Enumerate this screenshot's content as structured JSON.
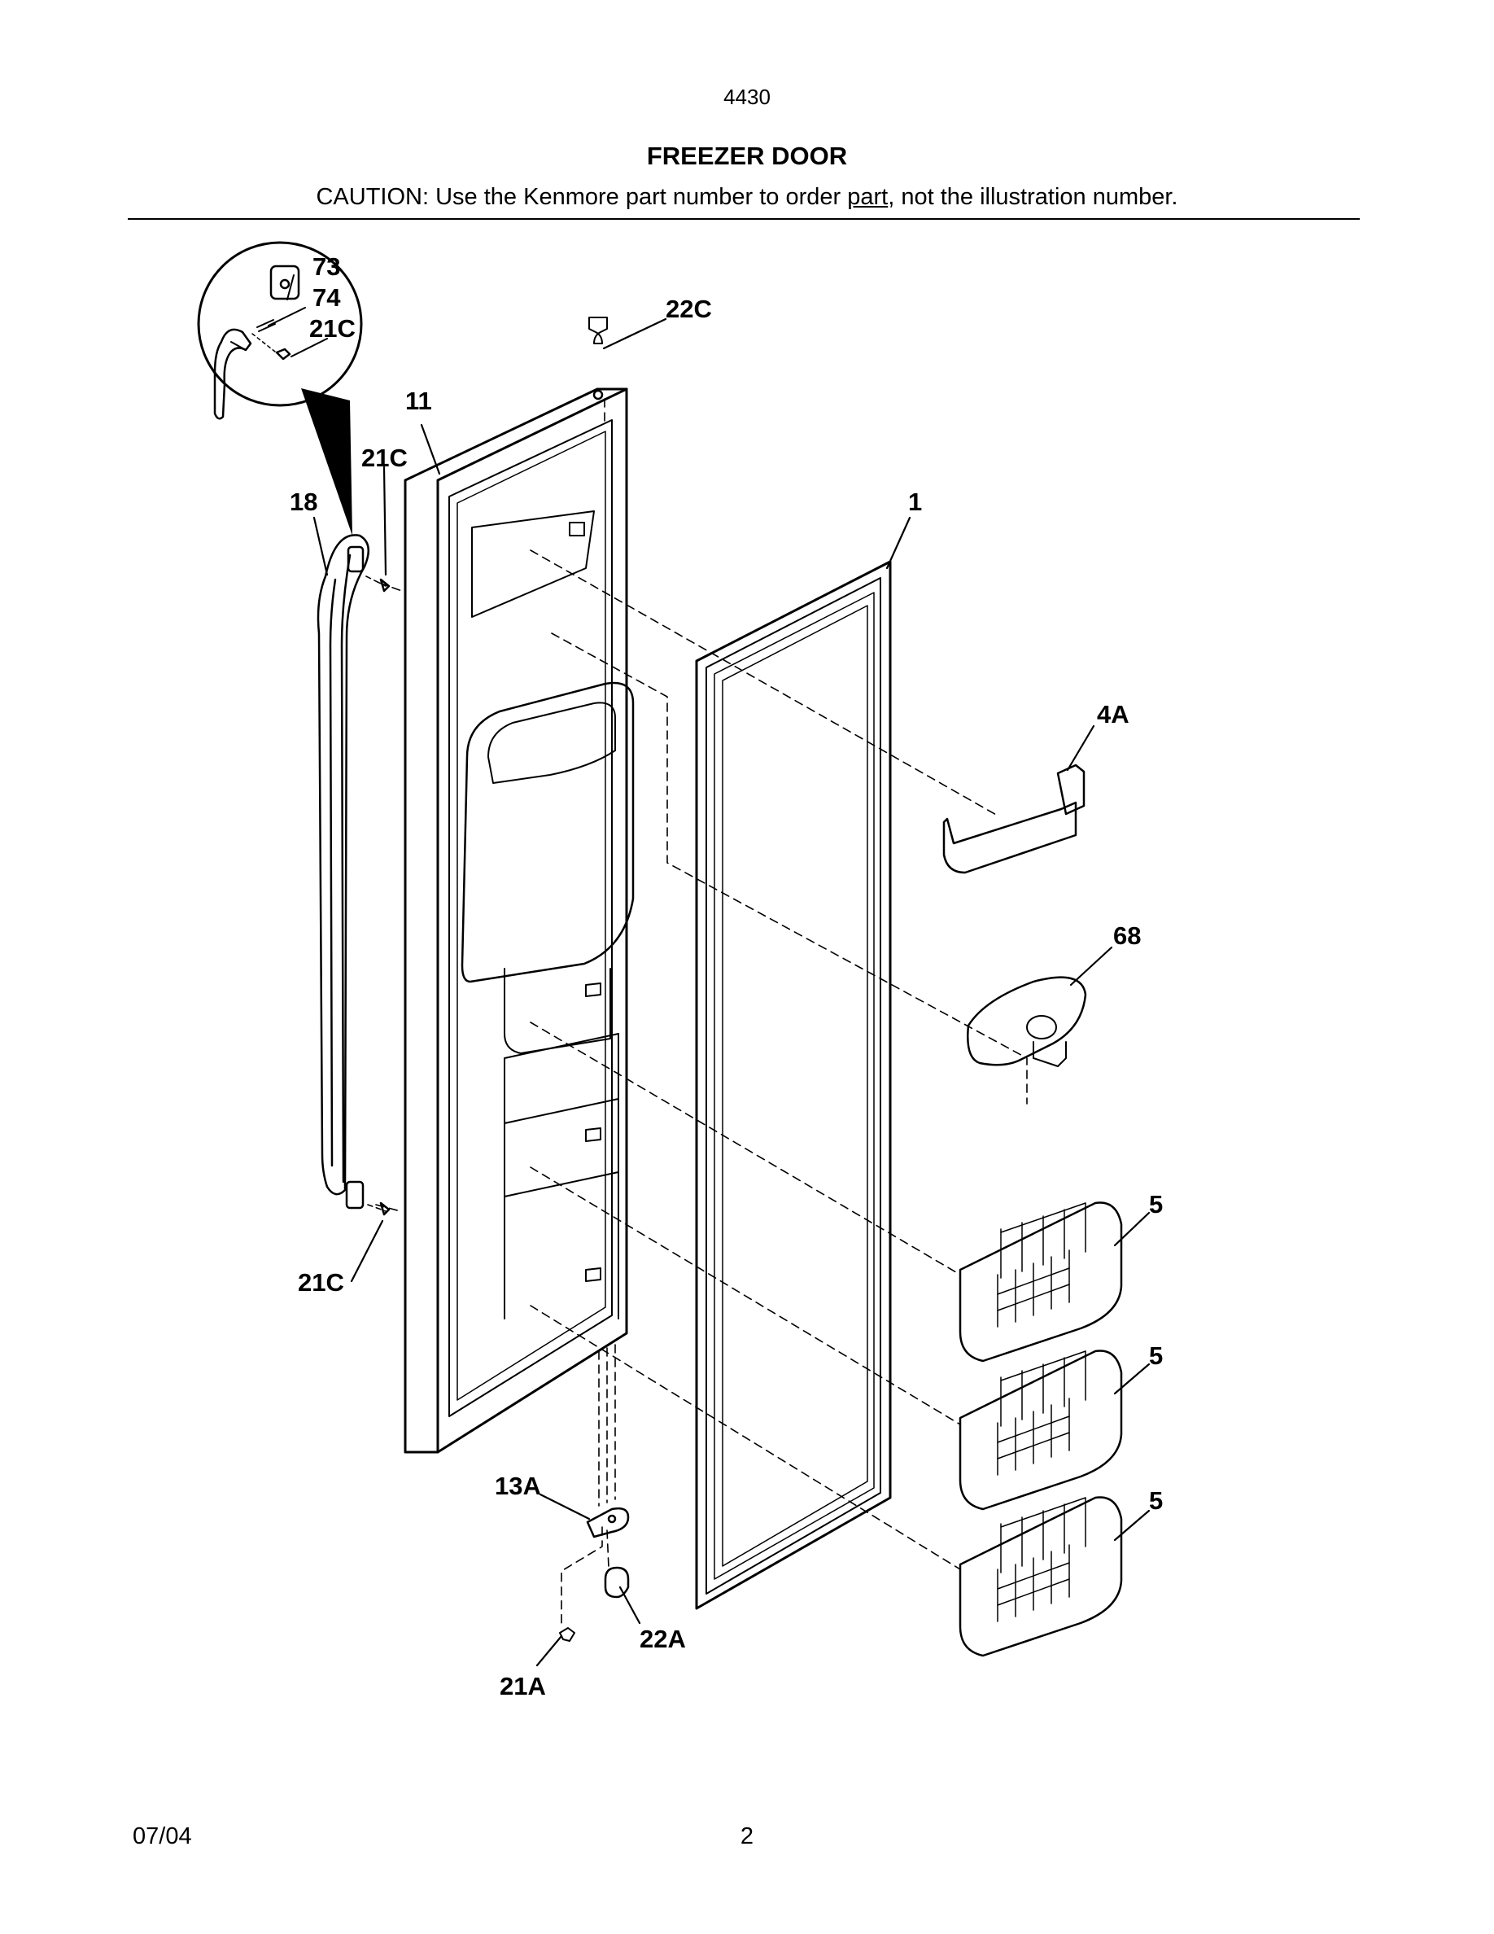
{
  "header": {
    "model": "4430",
    "title": "FREEZER DOOR",
    "caution_prefix": "CAUTION: Use the Kenmore part number to order ",
    "caution_link": "part",
    "caution_suffix": ", not the illustration number."
  },
  "callouts": {
    "c73": "73",
    "c74": "74",
    "c21c_inset": "21C",
    "c22c": "22C",
    "c11": "11",
    "c21c_top": "21C",
    "c18": "18",
    "c1": "1",
    "c4a": "4A",
    "c68": "68",
    "c5_a": "5",
    "c5_b": "5",
    "c5_c": "5",
    "c21c_bottom": "21C",
    "c13a": "13A",
    "c22a": "22A",
    "c21a": "21A"
  },
  "footer": {
    "date": "07/04",
    "page": "2"
  }
}
